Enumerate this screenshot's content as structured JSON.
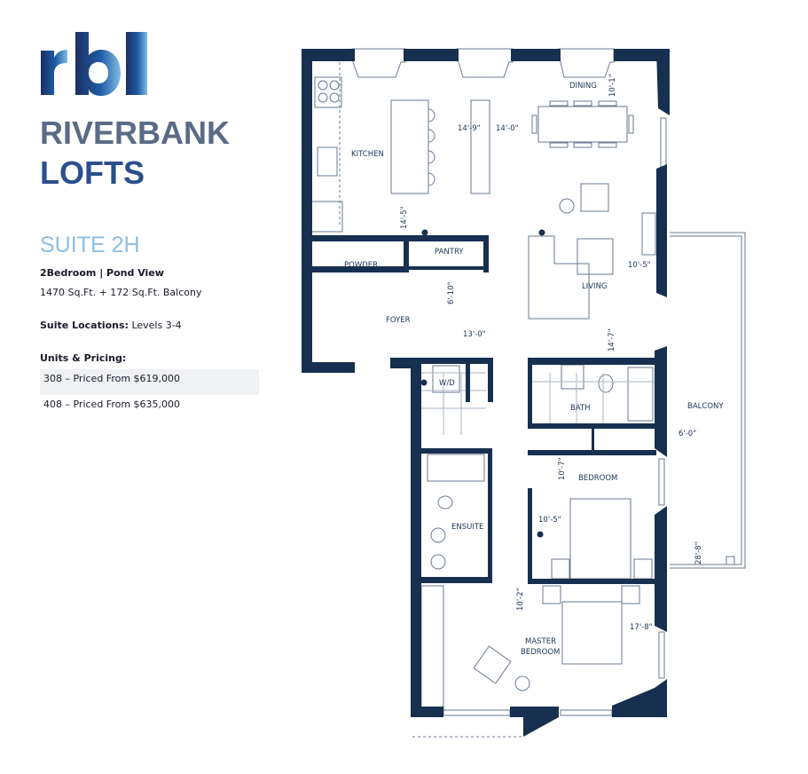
{
  "brand": {
    "logo_text": "rbl",
    "name_line1": "RIVERBANK",
    "name_line2": "LOFTS"
  },
  "suite": {
    "title": "SUITE 2H",
    "type": "2Bedroom | Pond View",
    "area": "1470 Sq.Ft. + 172 Sq.Ft. Balcony",
    "locations_label": "Suite Locations:",
    "locations_value": "Levels 3-4",
    "pricing_label": "Units & Pricing:",
    "units": [
      {
        "text": "308 – Priced From $619,000"
      },
      {
        "text": "408 – Priced From $635,000"
      }
    ]
  },
  "colors": {
    "wall": "#17304f",
    "line": "#6a7a90",
    "brand_dark": "#2c4f8c",
    "brand_grey": "#5a6b86",
    "suite_title": "#8dbde6"
  },
  "plan": {
    "rooms": {
      "kitchen": "KITCHEN",
      "dining": "DINING",
      "living": "LIVING",
      "powder": "POWDER",
      "pantry": "PANTRY",
      "foyer": "FOYER",
      "wd": "W/D",
      "bath": "BATH",
      "bedroom": "BEDROOM",
      "ensuite": "ENSUITE",
      "master1": "MASTER",
      "master2": "BEDROOM",
      "balcony": "BALCONY"
    },
    "dims": {
      "kitchen_w": "14'-9\"",
      "kitchen_d": "14'-0\"",
      "dining": "10'-1\"",
      "kitchen_h": "14'-5\"",
      "foyer_h": "6'-10\"",
      "foyer_w": "13'-0\"",
      "living_h": "14'-7\"",
      "living_w": "10'-5\"",
      "balcony_w": "6'-0\"",
      "bedroom_h": "10'-7\"",
      "bedroom_w": "10'-5\"",
      "balcony_h": "28'-8\"",
      "master_h": "10'-2\"",
      "master_w": "17'-8\""
    }
  }
}
